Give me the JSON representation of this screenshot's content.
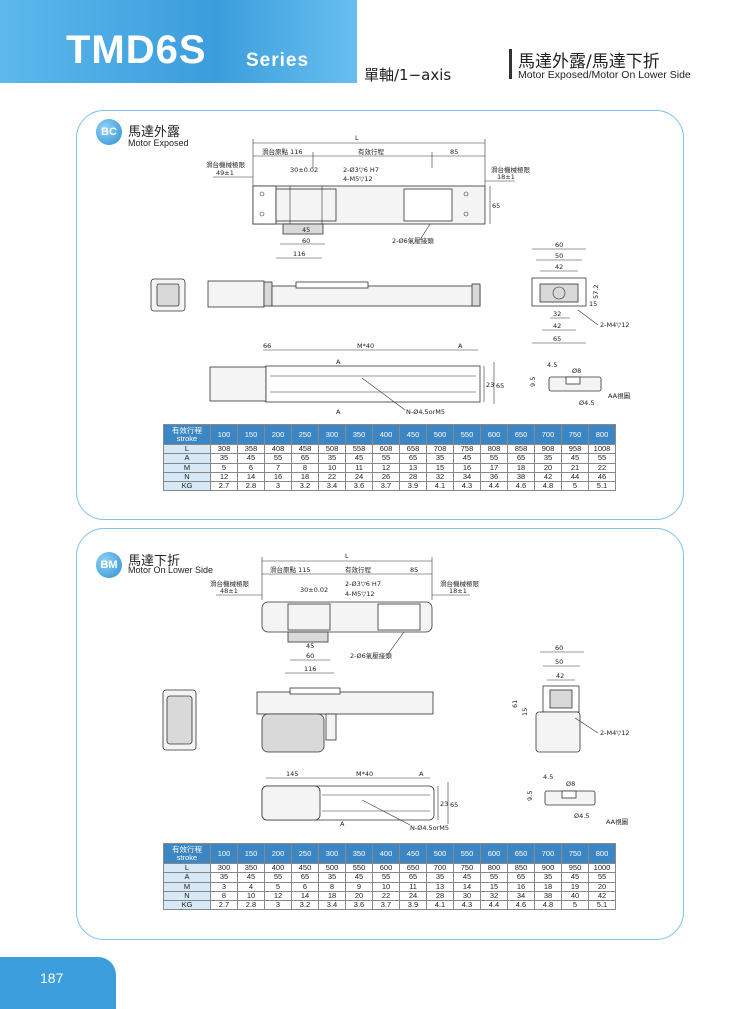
{
  "header": {
    "title": "TMD6S",
    "series": "Series",
    "axis": "單軸/1−axis",
    "right_cn": "馬達外露/馬達下折",
    "right_en": "Motor Exposed/Motor On Lower Side"
  },
  "sections": {
    "bc": {
      "badge": "BC",
      "title_cn": "馬達外露",
      "title_en": "Motor Exposed",
      "labels": {
        "L": "L",
        "origin": "滑台原點 116",
        "stroke": "有效行程",
        "d85": "85",
        "limit_left": "滑台機械極限",
        "limit_left_val": "49±1",
        "limit_right": "滑台機械極限",
        "limit_right_val": "18±1",
        "d30": "30±0.02",
        "hole_pin": "2-Ø3▽6 H7",
        "hole_m5": "4-M5▽12",
        "d65": "65",
        "d45": "45",
        "d60": "60",
        "d116": "116",
        "connector": "2-Ø6氣壓接頭",
        "e60": "60",
        "e50": "50",
        "e42": "42",
        "e57_2": "57.2",
        "e15": "15",
        "e32": "32",
        "e42b": "42",
        "e65": "65",
        "m4": "2-M4▽12",
        "p66": "66",
        "pM40": "M*40",
        "pA1": "A",
        "pA2": "A",
        "pA3": "A",
        "p23": "23",
        "p65": "65",
        "pN": "N-Ø4.5orM5",
        "d45b": "4.5",
        "d8": "Ø8",
        "d95": "9.5",
        "d45c": "Ø4.5",
        "aa": "AA視圖"
      }
    },
    "bm": {
      "badge": "BM",
      "title_cn": "馬達下折",
      "title_en": "Motor On Lower Side",
      "labels": {
        "L": "L",
        "origin": "滑台原點 115",
        "stroke": "有效行程",
        "d85": "85",
        "limit_left": "滑台機械極限",
        "limit_left_val": "48±1",
        "limit_right": "滑台機械極限",
        "limit_right_val": "18±1",
        "d30": "30±0.02",
        "hole_pin": "2-Ø3▽6 H7",
        "hole_m5": "4-M5▽12",
        "d45": "45",
        "d60": "60",
        "d116": "116",
        "connector": "2-Ø6氣壓接頭",
        "e60": "60",
        "e50": "50",
        "e42": "42",
        "e61": "61",
        "e15": "15",
        "m4": "2-M4▽12",
        "p145": "145",
        "pM40": "M*40",
        "pA1": "A",
        "pA2": "A",
        "p23": "23",
        "p65": "65",
        "pN": "N-Ø4.5orM5",
        "d45b": "4.5",
        "d8": "Ø8",
        "d95": "9.5",
        "d45c": "Ø4.5",
        "aa": "AA視圖"
      }
    }
  },
  "tables": {
    "bc": {
      "header_cn": "有效行程",
      "header_en": "stroke",
      "strokes": [
        "100",
        "150",
        "200",
        "250",
        "300",
        "350",
        "400",
        "450",
        "500",
        "550",
        "600",
        "650",
        "700",
        "750",
        "800"
      ],
      "rows": [
        {
          "label": "L",
          "values": [
            "308",
            "358",
            "408",
            "458",
            "508",
            "558",
            "608",
            "658",
            "708",
            "758",
            "808",
            "858",
            "908",
            "958",
            "1008"
          ]
        },
        {
          "label": "A",
          "values": [
            "35",
            "45",
            "55",
            "65",
            "35",
            "45",
            "55",
            "65",
            "35",
            "45",
            "55",
            "65",
            "35",
            "45",
            "55"
          ]
        },
        {
          "label": "M",
          "values": [
            "5",
            "6",
            "7",
            "8",
            "10",
            "11",
            "12",
            "13",
            "15",
            "16",
            "17",
            "18",
            "20",
            "21",
            "22"
          ]
        },
        {
          "label": "N",
          "values": [
            "12",
            "14",
            "16",
            "18",
            "22",
            "24",
            "26",
            "28",
            "32",
            "34",
            "36",
            "38",
            "42",
            "44",
            "46"
          ]
        },
        {
          "label": "KG",
          "values": [
            "2.7",
            "2.8",
            "3",
            "3.2",
            "3.4",
            "3.6",
            "3.7",
            "3.9",
            "4.1",
            "4.3",
            "4.4",
            "4.6",
            "4.8",
            "5",
            "5.1"
          ]
        }
      ]
    },
    "bm": {
      "header_cn": "有效行程",
      "header_en": "stroke",
      "strokes": [
        "100",
        "150",
        "200",
        "250",
        "300",
        "350",
        "400",
        "450",
        "500",
        "550",
        "600",
        "650",
        "700",
        "750",
        "800"
      ],
      "rows": [
        {
          "label": "L",
          "values": [
            "300",
            "350",
            "400",
            "450",
            "500",
            "550",
            "600",
            "650",
            "700",
            "750",
            "800",
            "850",
            "900",
            "950",
            "1000"
          ]
        },
        {
          "label": "A",
          "values": [
            "35",
            "45",
            "55",
            "65",
            "35",
            "45",
            "55",
            "65",
            "35",
            "45",
            "55",
            "65",
            "35",
            "45",
            "55"
          ]
        },
        {
          "label": "M",
          "values": [
            "3",
            "4",
            "5",
            "6",
            "8",
            "9",
            "10",
            "11",
            "13",
            "14",
            "15",
            "16",
            "18",
            "19",
            "20"
          ]
        },
        {
          "label": "N",
          "values": [
            "8",
            "10",
            "12",
            "14",
            "18",
            "20",
            "22",
            "24",
            "28",
            "30",
            "32",
            "34",
            "38",
            "40",
            "42"
          ]
        },
        {
          "label": "KG",
          "values": [
            "2.7",
            "2.8",
            "3",
            "3.2",
            "3.4",
            "3.6",
            "3.7",
            "3.9",
            "4.1",
            "4.3",
            "4.4",
            "4.6",
            "4.8",
            "5",
            "5.1"
          ]
        }
      ]
    }
  },
  "footer": {
    "page": "187"
  }
}
